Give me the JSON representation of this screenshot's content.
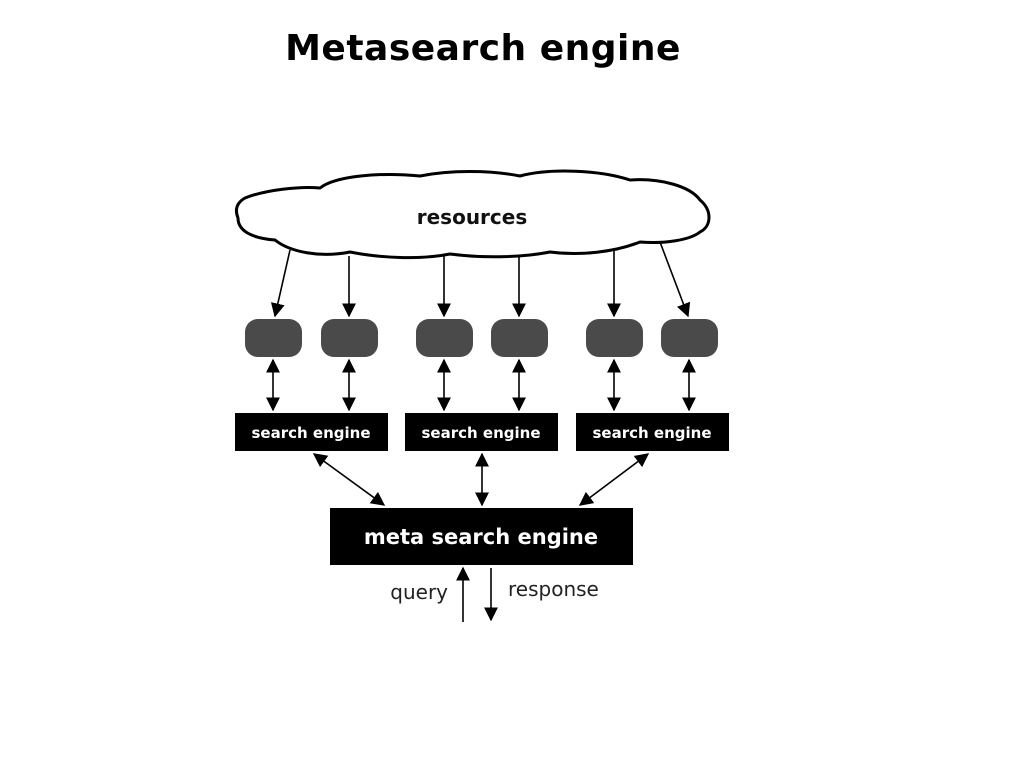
{
  "title": "Metasearch engine",
  "diagram": {
    "cloud_label": "resources",
    "engines": [
      {
        "label": "search engine"
      },
      {
        "label": "search engine"
      },
      {
        "label": "search engine"
      }
    ],
    "meta_label": "meta search engine",
    "query_label": "query",
    "response_label": "response",
    "colors": {
      "box": "#000000",
      "resource_node": "#4a4a4a",
      "cloud_fill": "#ffffff",
      "cloud_stroke": "#000000"
    }
  }
}
